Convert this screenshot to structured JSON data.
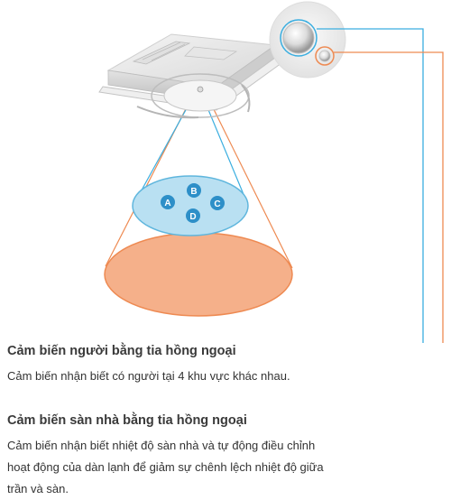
{
  "zones": [
    "A",
    "B",
    "C",
    "D"
  ],
  "sensors": [
    {
      "title": "Cảm biến người bằng tia hồng ngoại",
      "description": "Cảm biến nhận biết có người tại 4 khu vực khác nhau.",
      "color": "#3aaee0"
    },
    {
      "title": "Cảm biến sàn nhà bằng tia hồng ngoại",
      "description": "Cảm biến nhận biết nhiệt độ sàn nhà và tự động điều chỉnh hoạt động của dàn lạnh để giảm sự chênh lệch nhiệt độ giữa trần và sàn.",
      "color": "#f0935a"
    }
  ],
  "colors": {
    "zone_fill": "#b9e0f2",
    "zone_stroke": "#5fb6dd",
    "zone_badge": "#2d8fc8",
    "floor_fill": "#f5b08a",
    "floor_stroke": "#ee8a52"
  }
}
